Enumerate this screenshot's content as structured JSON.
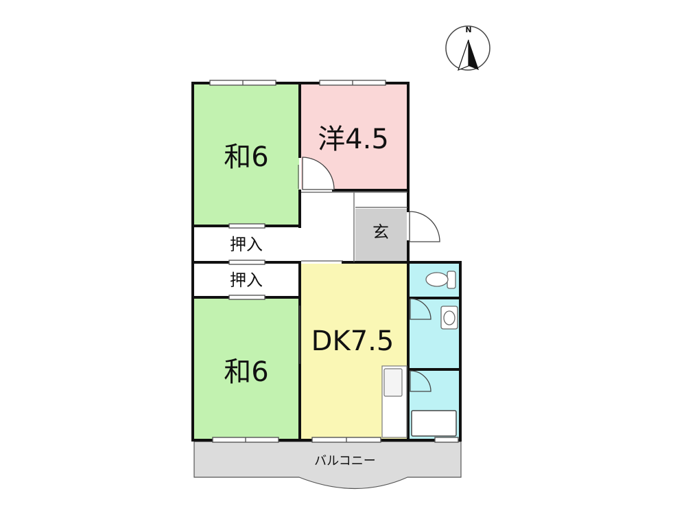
{
  "rooms": {
    "washitsu_north": {
      "label": "和6",
      "color": "#c2f2b0"
    },
    "youshitsu": {
      "label": "洋4.5",
      "color": "#fad7d7"
    },
    "genkan": {
      "label": "玄",
      "color": "#cfcfcf"
    },
    "oshiire_1": {
      "label": "押入",
      "color": "#ffffff"
    },
    "oshiire_2": {
      "label": "押入",
      "color": "#ffffff"
    },
    "dk": {
      "label": "DK7.5",
      "color": "#faf7b5"
    },
    "washitsu_south": {
      "label": "和6",
      "color": "#c2f2b0"
    },
    "toilet": {
      "color": "#bdf2f5"
    },
    "washroom": {
      "color": "#bdf2f5"
    },
    "bath": {
      "color": "#bdf2f5"
    },
    "balcony": {
      "label": "バルコニー",
      "color": "#dcdcdc"
    }
  },
  "compass": {
    "label": "N"
  },
  "colors": {
    "wall": "#111111",
    "fixture": "#555555"
  }
}
